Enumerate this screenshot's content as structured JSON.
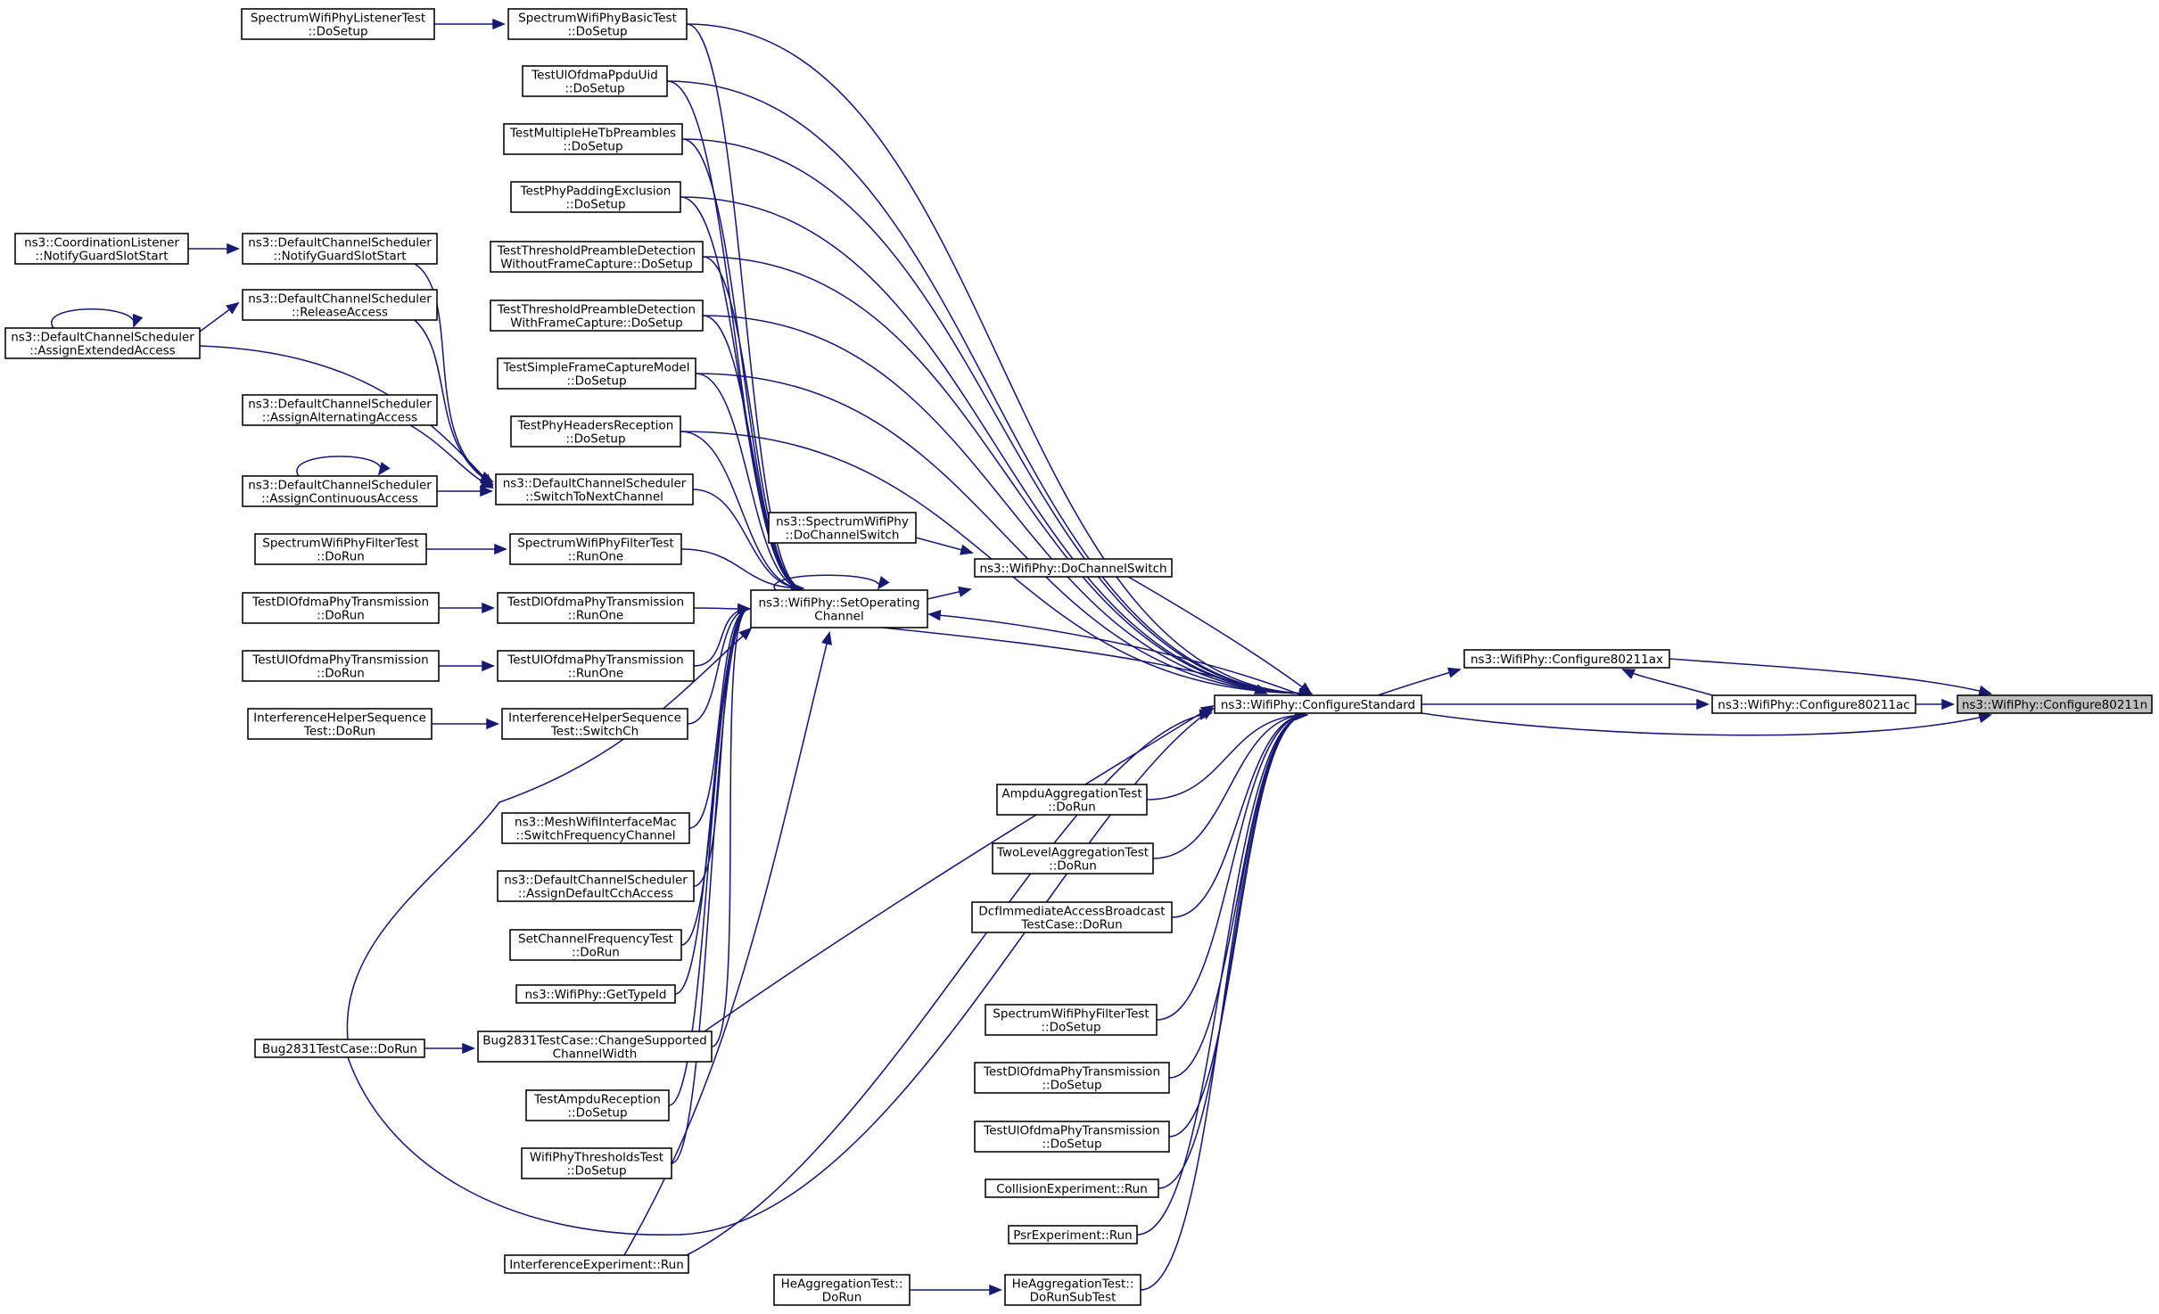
{
  "nodes": [
    {
      "id": "configure80211n",
      "lines": [
        "ns3::WifiPhy::Configure80211n"
      ],
      "highlight": true
    },
    {
      "id": "configure80211ax",
      "lines": [
        "ns3::WifiPhy::Configure80211ax"
      ]
    },
    {
      "id": "configure80211ac",
      "lines": [
        "ns3::WifiPhy::Configure80211ac"
      ]
    },
    {
      "id": "configureStandard",
      "lines": [
        "ns3::WifiPhy::ConfigureStandard"
      ]
    },
    {
      "id": "doChannelSwitch",
      "lines": [
        "ns3::WifiPhy::DoChannelSwitch"
      ]
    },
    {
      "id": "spectrumDoChannelSwitch",
      "lines": [
        "ns3::SpectrumWifiPhy",
        "::DoChannelSwitch"
      ]
    },
    {
      "id": "setOperatingChannel",
      "lines": [
        "ns3::WifiPhy::SetOperating",
        "Channel"
      ]
    },
    {
      "id": "specBasicDoSetup",
      "lines": [
        "SpectrumWifiPhyBasicTest",
        "::DoSetup"
      ]
    },
    {
      "id": "specListenerDoSetup",
      "lines": [
        "SpectrumWifiPhyListenerTest",
        "::DoSetup"
      ]
    },
    {
      "id": "testUlOfdmaPpduUid",
      "lines": [
        "TestUlOfdmaPpduUid",
        "::DoSetup"
      ]
    },
    {
      "id": "testMultipleHeTb",
      "lines": [
        "TestMultipleHeTbPreambles",
        "::DoSetup"
      ]
    },
    {
      "id": "testPhyPadding",
      "lines": [
        "TestPhyPaddingExclusion",
        "::DoSetup"
      ]
    },
    {
      "id": "testThreshWithout",
      "lines": [
        "TestThresholdPreambleDetection",
        "WithoutFrameCapture::DoSetup"
      ]
    },
    {
      "id": "testThreshWith",
      "lines": [
        "TestThresholdPreambleDetection",
        "WithFrameCapture::DoSetup"
      ]
    },
    {
      "id": "testSimpleFrameCapture",
      "lines": [
        "TestSimpleFrameCaptureModel",
        "::DoSetup"
      ]
    },
    {
      "id": "testPhyHeaders",
      "lines": [
        "TestPhyHeadersReception",
        "::DoSetup"
      ]
    },
    {
      "id": "switchToNextChannel",
      "lines": [
        "ns3::DefaultChannelScheduler",
        "::SwitchToNextChannel"
      ]
    },
    {
      "id": "notifyGuardSlotStartSched",
      "lines": [
        "ns3::DefaultChannelScheduler",
        "::NotifyGuardSlotStart"
      ]
    },
    {
      "id": "coordinationListener",
      "lines": [
        "ns3::CoordinationListener",
        "::NotifyGuardSlotStart"
      ]
    },
    {
      "id": "releaseAccess",
      "lines": [
        "ns3::DefaultChannelScheduler",
        "::ReleaseAccess"
      ]
    },
    {
      "id": "assignExtendedAccess",
      "lines": [
        "ns3::DefaultChannelScheduler",
        "::AssignExtendedAccess"
      ]
    },
    {
      "id": "assignAlternatingAccess",
      "lines": [
        "ns3::DefaultChannelScheduler",
        "::AssignAlternatingAccess"
      ]
    },
    {
      "id": "assignContinuousAccess",
      "lines": [
        "ns3::DefaultChannelScheduler",
        "::AssignContinuousAccess"
      ]
    },
    {
      "id": "specFilterRunOne",
      "lines": [
        "SpectrumWifiPhyFilterTest",
        "::RunOne"
      ]
    },
    {
      "id": "specFilterDoRun",
      "lines": [
        "SpectrumWifiPhyFilterTest",
        "::DoRun"
      ]
    },
    {
      "id": "dlOfdmaRunOne",
      "lines": [
        "TestDlOfdmaPhyTransmission",
        "::RunOne"
      ]
    },
    {
      "id": "dlOfdmaDoRun",
      "lines": [
        "TestDlOfdmaPhyTransmission",
        "::DoRun"
      ]
    },
    {
      "id": "ulOfdmaRunOne",
      "lines": [
        "TestUlOfdmaPhyTransmission",
        "::RunOne"
      ]
    },
    {
      "id": "ulOfdmaDoRun",
      "lines": [
        "TestUlOfdmaPhyTransmission",
        "::DoRun"
      ]
    },
    {
      "id": "interfSwitchCh",
      "lines": [
        "InterferenceHelperSequence",
        "Test::SwitchCh"
      ]
    },
    {
      "id": "interfDoRun",
      "lines": [
        "InterferenceHelperSequence",
        "Test::DoRun"
      ]
    },
    {
      "id": "meshSwitchFreq",
      "lines": [
        "ns3::MeshWifiInterfaceMac",
        "::SwitchFrequencyChannel"
      ]
    },
    {
      "id": "assignDefaultCch",
      "lines": [
        "ns3::DefaultChannelScheduler",
        "::AssignDefaultCchAccess"
      ]
    },
    {
      "id": "setChannelFreqTest",
      "lines": [
        "SetChannelFrequencyTest",
        "::DoRun"
      ]
    },
    {
      "id": "getTypeId",
      "lines": [
        "ns3::WifiPhy::GetTypeId"
      ]
    },
    {
      "id": "bug2831Change",
      "lines": [
        "Bug2831TestCase::ChangeSupported",
        "ChannelWidth"
      ]
    },
    {
      "id": "bug2831DoRun",
      "lines": [
        "Bug2831TestCase::DoRun"
      ]
    },
    {
      "id": "testAmpduReception",
      "lines": [
        "TestAmpduReception",
        "::DoSetup"
      ]
    },
    {
      "id": "wifiPhyThresholds",
      "lines": [
        "WifiPhyThresholdsTest",
        "::DoSetup"
      ]
    },
    {
      "id": "interferenceExpRun",
      "lines": [
        "InterferenceExperiment::Run"
      ]
    },
    {
      "id": "ampduAggregation",
      "lines": [
        "AmpduAggregationTest",
        "::DoRun"
      ]
    },
    {
      "id": "twoLevelAggregation",
      "lines": [
        "TwoLevelAggregationTest",
        "::DoRun"
      ]
    },
    {
      "id": "dcfImmediate",
      "lines": [
        "DcfImmediateAccessBroadcast",
        "TestCase::DoRun"
      ]
    },
    {
      "id": "specFilterDoSetup",
      "lines": [
        "SpectrumWifiPhyFilterTest",
        "::DoSetup"
      ]
    },
    {
      "id": "dlOfdmaDoSetup",
      "lines": [
        "TestDlOfdmaPhyTransmission",
        "::DoSetup"
      ]
    },
    {
      "id": "ulOfdmaDoSetup",
      "lines": [
        "TestUlOfdmaPhyTransmission",
        "::DoSetup"
      ]
    },
    {
      "id": "collisionExpRun",
      "lines": [
        "CollisionExperiment::Run"
      ]
    },
    {
      "id": "psrExpRun",
      "lines": [
        "PsrExperiment::Run"
      ]
    },
    {
      "id": "heAggSubTest",
      "lines": [
        "HeAggregationTest::",
        "DoRunSubTest"
      ]
    },
    {
      "id": "heAggDoRun",
      "lines": [
        "HeAggregationTest::",
        "DoRun"
      ]
    }
  ],
  "edges": [
    [
      "configure80211ax",
      "configure80211n"
    ],
    [
      "configure80211ac",
      "configure80211n"
    ],
    [
      "configureStandard",
      "configure80211n"
    ],
    [
      "configure80211ac",
      "configure80211ax"
    ],
    [
      "configureStandard",
      "configure80211ac"
    ],
    [
      "configureStandard",
      "configure80211ax"
    ],
    [
      "doChannelSwitch",
      "configureStandard"
    ],
    [
      "setOperatingChannel",
      "configureStandard"
    ],
    [
      "setOperatingChannel",
      "doChannelSwitch"
    ],
    [
      "spectrumDoChannelSwitch",
      "doChannelSwitch"
    ],
    [
      "specBasicDoSetup",
      "configureStandard"
    ],
    [
      "testUlOfdmaPpduUid",
      "configureStandard"
    ],
    [
      "testMultipleHeTb",
      "configureStandard"
    ],
    [
      "testPhyPadding",
      "configureStandard"
    ],
    [
      "testThreshWithout",
      "configureStandard"
    ],
    [
      "testThreshWith",
      "configureStandard"
    ],
    [
      "testSimpleFrameCapture",
      "configureStandard"
    ],
    [
      "testPhyHeaders",
      "configureStandard"
    ],
    [
      "bug2831DoRun",
      "configureStandard"
    ],
    [
      "bug2831Change",
      "configureStandard"
    ],
    [
      "interferenceExpRun",
      "configureStandard"
    ],
    [
      "ampduAggregation",
      "configureStandard"
    ],
    [
      "twoLevelAggregation",
      "configureStandard"
    ],
    [
      "dcfImmediate",
      "configureStandard"
    ],
    [
      "specFilterDoSetup",
      "configureStandard"
    ],
    [
      "dlOfdmaDoSetup",
      "configureStandard"
    ],
    [
      "ulOfdmaDoSetup",
      "configureStandard"
    ],
    [
      "collisionExpRun",
      "configureStandard"
    ],
    [
      "psrExpRun",
      "configureStandard"
    ],
    [
      "heAggSubTest",
      "configureStandard"
    ],
    [
      "heAggDoRun",
      "heAggSubTest"
    ],
    [
      "configureStandard",
      "setOperatingChannel"
    ],
    [
      "setOperatingChannel",
      "setOperatingChannel"
    ],
    [
      "specBasicDoSetup",
      "setOperatingChannel"
    ],
    [
      "testUlOfdmaPpduUid",
      "setOperatingChannel"
    ],
    [
      "testMultipleHeTb",
      "setOperatingChannel"
    ],
    [
      "testPhyPadding",
      "setOperatingChannel"
    ],
    [
      "testThreshWithout",
      "setOperatingChannel"
    ],
    [
      "testThreshWith",
      "setOperatingChannel"
    ],
    [
      "testSimpleFrameCapture",
      "setOperatingChannel"
    ],
    [
      "testPhyHeaders",
      "setOperatingChannel"
    ],
    [
      "switchToNextChannel",
      "setOperatingChannel"
    ],
    [
      "specFilterRunOne",
      "setOperatingChannel"
    ],
    [
      "dlOfdmaRunOne",
      "setOperatingChannel"
    ],
    [
      "ulOfdmaRunOne",
      "setOperatingChannel"
    ],
    [
      "interfSwitchCh",
      "setOperatingChannel"
    ],
    [
      "meshSwitchFreq",
      "setOperatingChannel"
    ],
    [
      "assignDefaultCch",
      "setOperatingChannel"
    ],
    [
      "setChannelFreqTest",
      "setOperatingChannel"
    ],
    [
      "getTypeId",
      "setOperatingChannel"
    ],
    [
      "bug2831Change",
      "setOperatingChannel"
    ],
    [
      "bug2831DoRun",
      "setOperatingChannel"
    ],
    [
      "testAmpduReception",
      "setOperatingChannel"
    ],
    [
      "wifiPhyThresholds",
      "setOperatingChannel"
    ],
    [
      "interferenceExpRun",
      "setOperatingChannel"
    ],
    [
      "specListenerDoSetup",
      "specBasicDoSetup"
    ],
    [
      "coordinationListener",
      "notifyGuardSlotStartSched"
    ],
    [
      "notifyGuardSlotStartSched",
      "switchToNextChannel"
    ],
    [
      "releaseAccess",
      "switchToNextChannel"
    ],
    [
      "assignExtendedAccess",
      "releaseAccess"
    ],
    [
      "assignExtendedAccess",
      "switchToNextChannel"
    ],
    [
      "assignExtendedAccess",
      "assignExtendedAccess"
    ],
    [
      "assignAlternatingAccess",
      "switchToNextChannel"
    ],
    [
      "assignContinuousAccess",
      "switchToNextChannel"
    ],
    [
      "assignContinuousAccess",
      "assignContinuousAccess"
    ],
    [
      "specFilterDoRun",
      "specFilterRunOne"
    ],
    [
      "dlOfdmaDoRun",
      "dlOfdmaRunOne"
    ],
    [
      "ulOfdmaDoRun",
      "ulOfdmaRunOne"
    ],
    [
      "interfDoRun",
      "interfSwitchCh"
    ],
    [
      "bug2831DoRun",
      "bug2831Change"
    ]
  ]
}
